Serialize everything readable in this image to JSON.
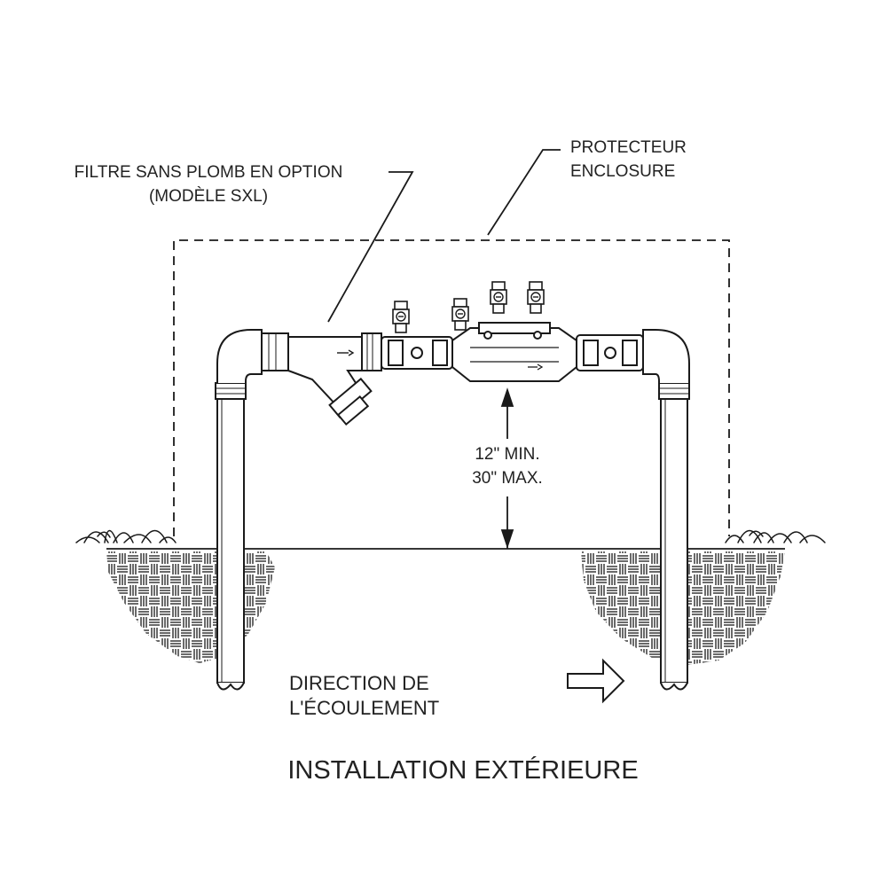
{
  "labels": {
    "filter_line1": "FILTRE SANS PLOMB EN OPTION",
    "filter_line2": "(MODÈLE SXL)",
    "enclosure_line1": "PROTECTEUR",
    "enclosure_line2": "ENCLOSURE",
    "height_line1": "12\" MIN.",
    "height_line2": "30\" MAX.",
    "flow_line1": "DIRECTION DE",
    "flow_line2": "L'ÉCOULEMENT",
    "caption": "INSTALLATION EXTÉRIEURE"
  },
  "icons": [
    "flow-arrow-icon",
    "grass-tuft-icon",
    "test-cock-icon"
  ],
  "colors": {
    "line": "#1a1a1a",
    "text": "#222222",
    "background": "#ffffff"
  }
}
